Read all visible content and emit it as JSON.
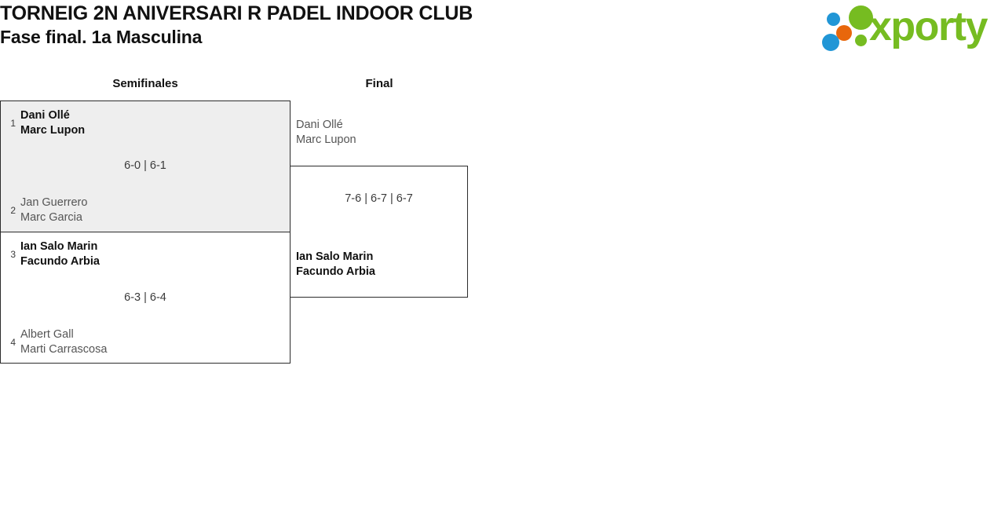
{
  "header": {
    "title_line1": "TORNEIG 2N ANIVERSARI R PADEL INDOOR CLUB",
    "title_line2": "Fase final. 1a Masculina",
    "logo_text": "xporty",
    "colors": {
      "logo_green": "#76bc21",
      "logo_blue": "#2196d6",
      "logo_orange": "#e8670c",
      "winner_text": "#111111",
      "loser_text": "#555555",
      "match_highlight_bg": "#eeeeee",
      "border": "#2b2b2b"
    }
  },
  "rounds": [
    {
      "name": "semifinals",
      "label": "Semifinales"
    },
    {
      "name": "final",
      "label": "Final"
    }
  ],
  "bracket": {
    "semifinals": [
      {
        "id": "sf1",
        "highlighted": true,
        "score": "6-0 | 6-1",
        "top": {
          "seed": "1",
          "player1": "Dani Ollé",
          "player2": "Marc Lupon",
          "result": "winner"
        },
        "bottom": {
          "seed": "2",
          "player1": "Jan Guerrero",
          "player2": "Marc Garcia",
          "result": "loser"
        }
      },
      {
        "id": "sf2",
        "highlighted": false,
        "score": "6-3 | 6-4",
        "top": {
          "seed": "3",
          "player1": "Ian Salo Marin",
          "player2": "Facundo Arbia",
          "result": "winner"
        },
        "bottom": {
          "seed": "4",
          "player1": "Albert Gall",
          "player2": "Marti Carrascosa",
          "result": "loser"
        }
      }
    ],
    "final": {
      "id": "final",
      "highlighted": false,
      "score": "7-6 | 6-7 | 6-7",
      "top": {
        "seed": "",
        "player1": "Dani Ollé",
        "player2": "Marc Lupon",
        "result": "loser"
      },
      "bottom": {
        "seed": "",
        "player1": "Ian Salo Marin",
        "player2": "Facundo Arbia",
        "result": "winner"
      }
    }
  }
}
